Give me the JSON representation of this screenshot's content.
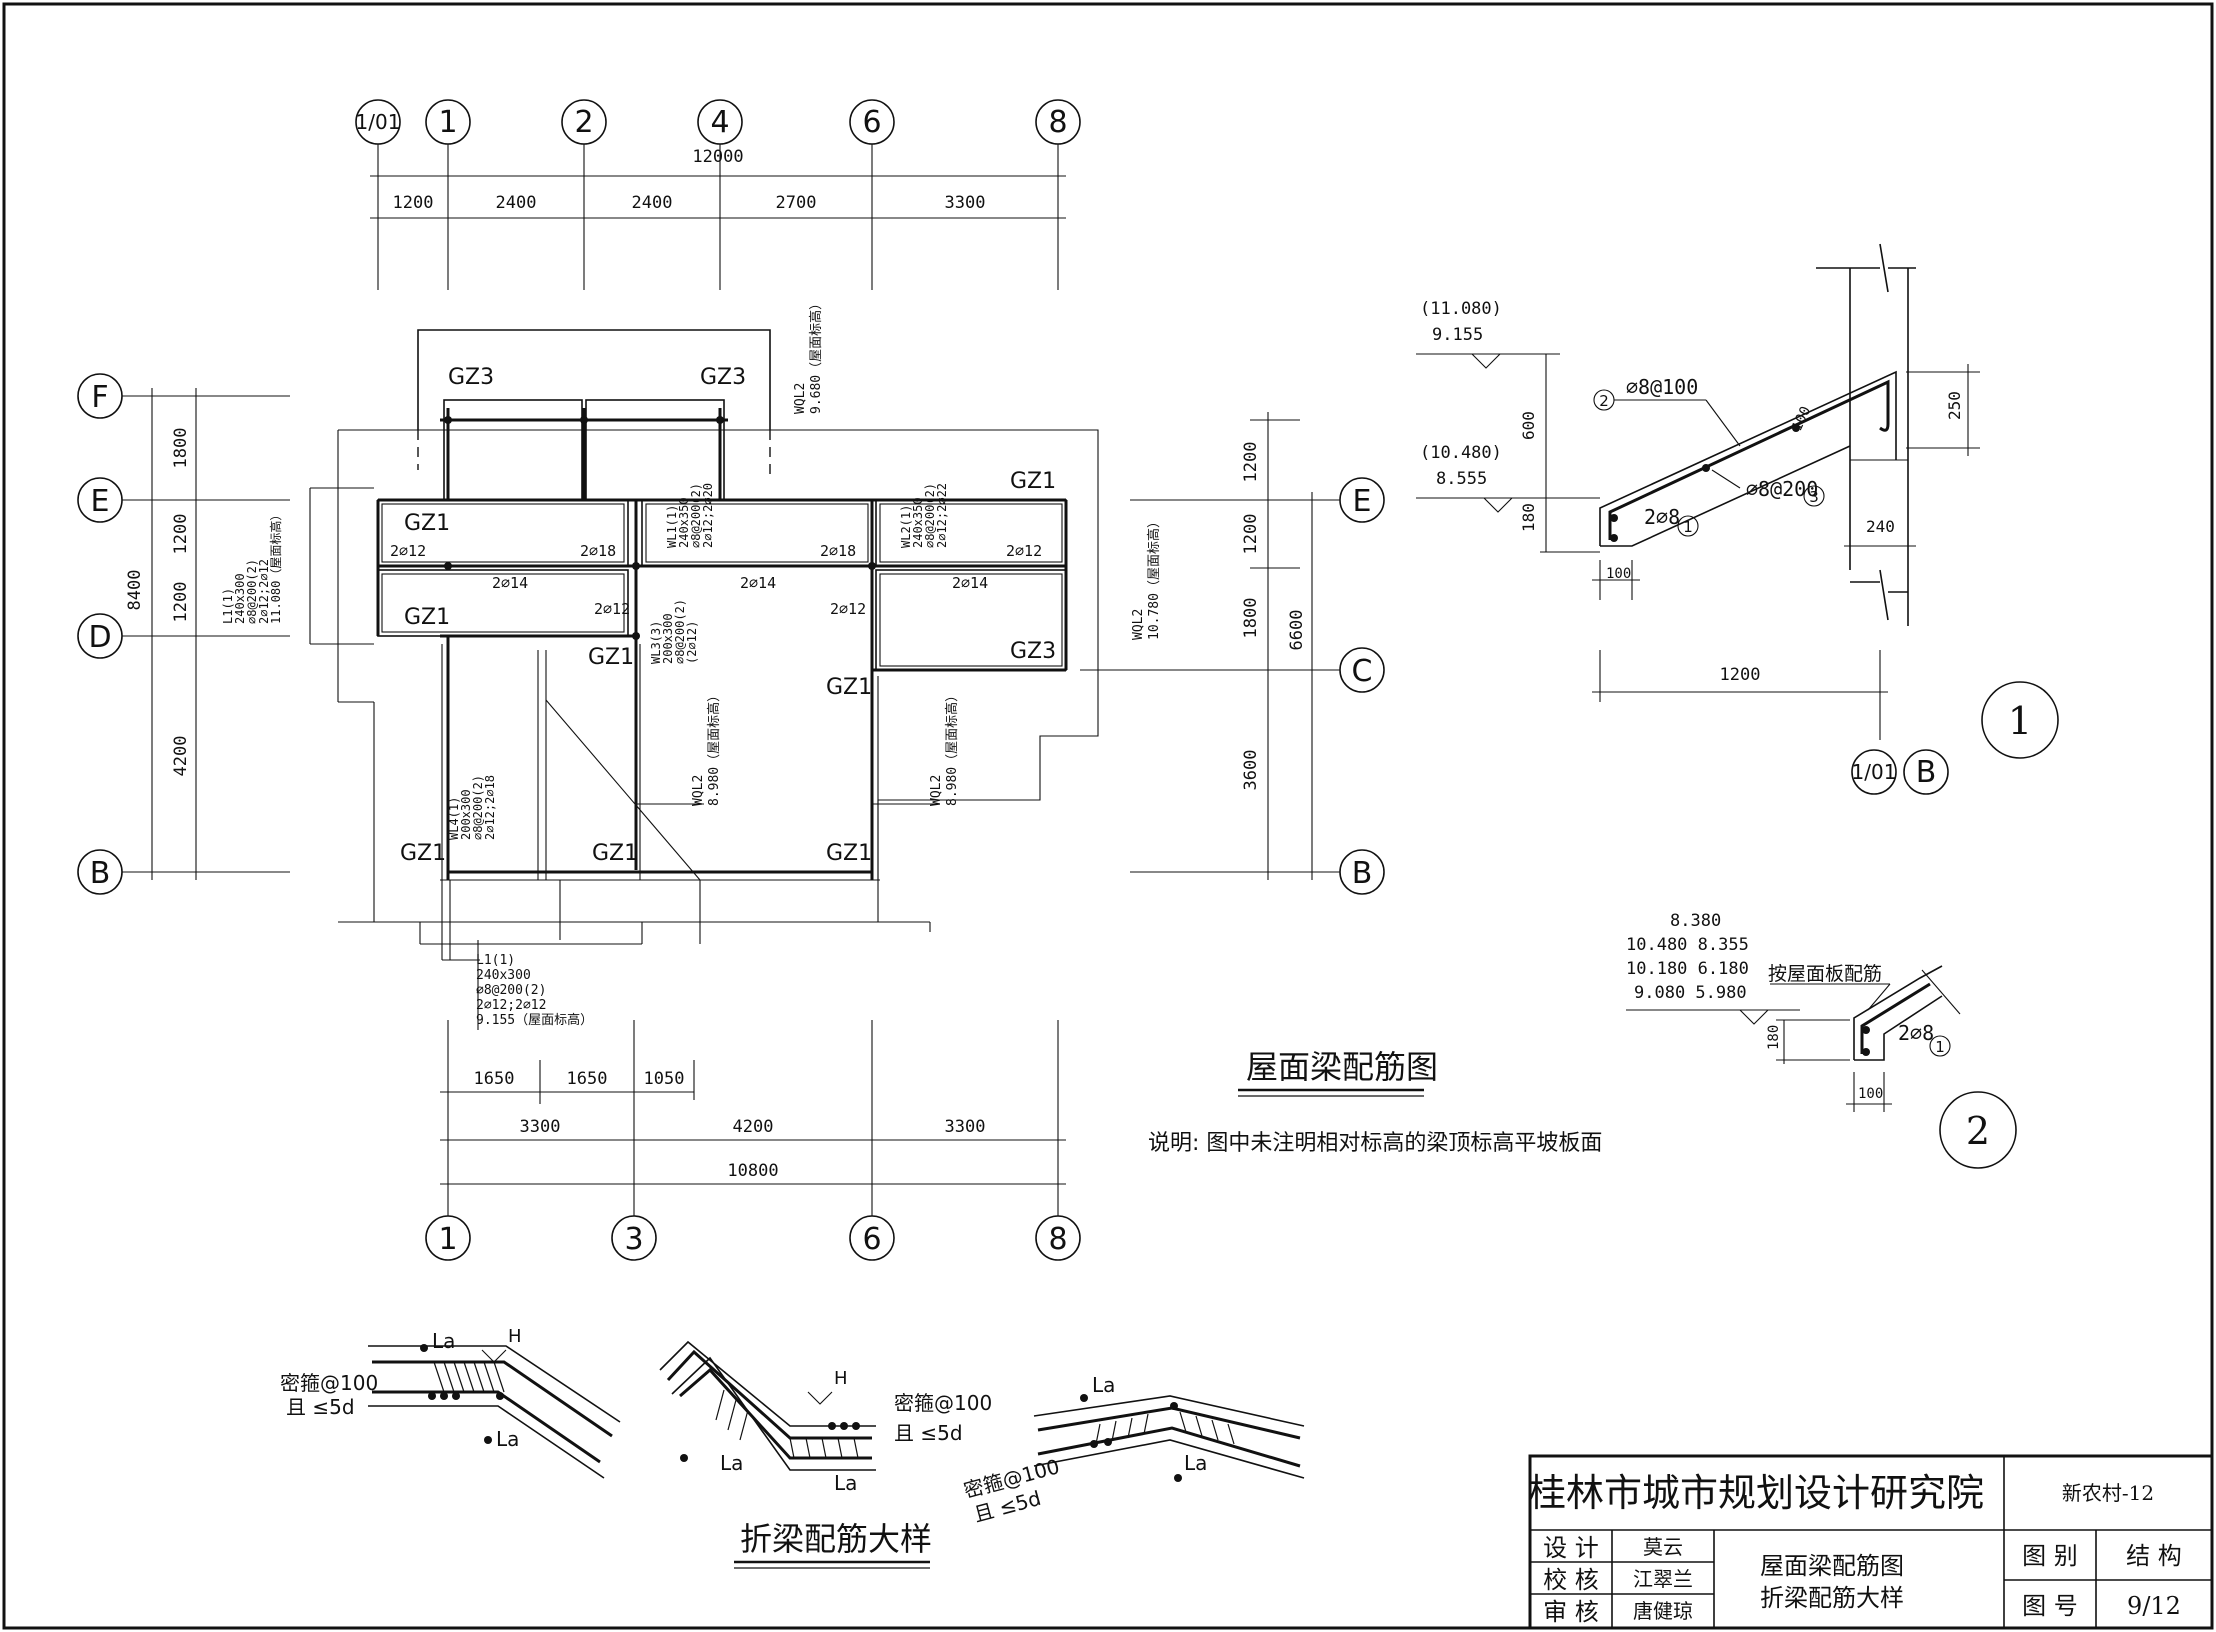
{
  "drawing": {
    "main_title": "屋面梁配筋图",
    "note": "说明: 图中未注明相对标高的梁顶标高平坡板面",
    "detail_title": "折梁配筋大样"
  },
  "axes_top": [
    "1/01",
    "1",
    "2",
    "4",
    "6",
    "8"
  ],
  "axes_bottom": [
    "1",
    "3",
    "6",
    "8"
  ],
  "axes_left": [
    "F",
    "E",
    "D",
    "B"
  ],
  "axes_right": [
    "E",
    "C",
    "B"
  ],
  "dims_top": {
    "total": "12000",
    "segs": [
      "1200",
      "2400",
      "2400",
      "2700",
      "3300"
    ]
  },
  "dims_bottom": {
    "row1": [
      "1650",
      "1650",
      "1050"
    ],
    "row2": [
      "3300",
      "4200",
      "3300"
    ],
    "total": "10800"
  },
  "dims_left": {
    "total": "8400",
    "segs": [
      "1800",
      "1200",
      "1200",
      "4200"
    ]
  },
  "dims_right": {
    "total": "6600",
    "segs": [
      "1200",
      "1200",
      "1800",
      "3600"
    ]
  },
  "plan_labels": {
    "gz3_a": "GZ3",
    "gz3_b": "GZ3",
    "gz3_c": "GZ3",
    "gz1_a": "GZ1",
    "gz1_b": "GZ1",
    "gz1_c": "GZ1",
    "gz1_d": "GZ1",
    "gz1_e": "GZ1",
    "gz1_f": "GZ1",
    "gz1_g": "GZ1",
    "gz1_h": "GZ1",
    "r1": "2⌀12",
    "r2": "2⌀18",
    "r3": "2⌀18",
    "r4": "2⌀12",
    "r5": "2⌀14",
    "r6": "2⌀14",
    "r7": "2⌀14",
    "r8": "2⌀12",
    "r9": "2⌀12",
    "wql2_a": [
      "WQL2",
      "9.680（屋面标高）"
    ],
    "wql2_b": [
      "WQL2",
      "10.780（屋面标高）"
    ],
    "wql2_c": [
      "WQL2",
      "8.980（屋面标高）"
    ],
    "wql2_d": [
      "WQL2",
      "8.980（屋面标高）"
    ],
    "wl1": [
      "WL1(1)",
      "240x350",
      "⌀8@200(2)",
      "2⌀12;2⌀20"
    ],
    "wl2": [
      "WL2(1)",
      "240x350",
      "⌀8@200(2)",
      "2⌀12;2⌀22"
    ],
    "wl3": [
      "WL3(3)",
      "200x300",
      "⌀8@200(2)",
      "(2⌀12)"
    ],
    "wl4": [
      "WL4(1)",
      "200x300",
      "⌀8@200(2)",
      "2⌀12;2⌀18"
    ],
    "l1_left": [
      "L1(1)",
      "240x300",
      "⌀8@200(2)",
      "2⌀12;2⌀12",
      "11.080（屋面标高）"
    ],
    "l1_bottom": [
      "L1(1)",
      "240x300",
      "⌀8@200(2)",
      "2⌀12;2⌀12",
      "9.155（屋面标高）"
    ]
  },
  "detail1": {
    "elev_a": "(11.080)",
    "elev_b": "9.155",
    "elev_c": "(10.480)",
    "elev_d": "8.555",
    "d600": "600",
    "d180": "180",
    "d100": "100",
    "d250": "250",
    "d240": "240",
    "d1200": "1200",
    "d100b": "100",
    "bar1": "⌀8@100",
    "bar2": "⌀8@200",
    "bar3": "2⌀8",
    "n1": "1",
    "n2": "2",
    "n3": "3",
    "axis1": "1/01",
    "axis2": "B",
    "label": "1"
  },
  "detail2": {
    "elevs": [
      "8.380",
      "10.480  8.355",
      "10.180  6.180",
      "9.080  5.980"
    ],
    "note": "按屋面板配筋",
    "bar": "2⌀8",
    "n1": "1",
    "d180": "180",
    "d100": "100",
    "label": "2"
  },
  "fold_details": {
    "la": "La",
    "h": "H",
    "stir": "密箍@100",
    "lim": "且 ≤5d"
  },
  "title_block": {
    "institute": "桂林市城市规划设计研究院",
    "project": "新农村-12",
    "design_label": "设 计",
    "design_name": "莫云",
    "check_label": "校 核",
    "check_name": "江翠兰",
    "review_label": "审 核",
    "review_name": "唐健琼",
    "content1": "屋面梁配筋图",
    "content2": "折梁配筋大样",
    "cat_label": "图 别",
    "cat_value": "结 构",
    "no_label": "图 号",
    "no_value": "9/12"
  }
}
